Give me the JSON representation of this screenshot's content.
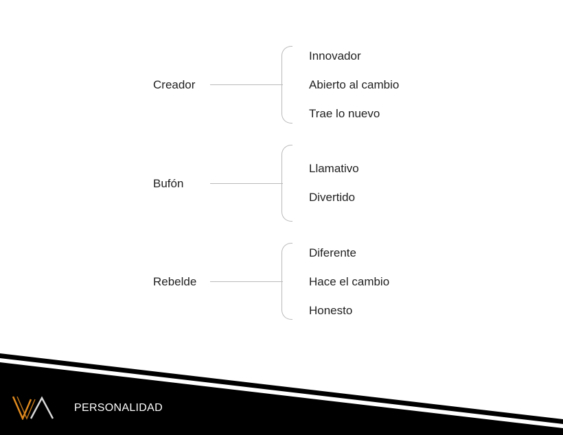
{
  "groups": [
    {
      "label": "Creador",
      "items": [
        "Innovador",
        "Abierto al cambio",
        "Trae lo nuevo"
      ]
    },
    {
      "label": "Bufón",
      "items": [
        "Llamativo",
        "Divertido"
      ]
    },
    {
      "label": "Rebelde",
      "items": [
        "Diferente",
        "Hace el cambio",
        "Honesto"
      ]
    }
  ],
  "footer": {
    "title": "PERSONALIDAD",
    "logo_icon": "va-logo-icon",
    "colors": {
      "band": "#000000",
      "logo_orange": "#e08a1e",
      "logo_light": "#d9d9d9"
    }
  }
}
